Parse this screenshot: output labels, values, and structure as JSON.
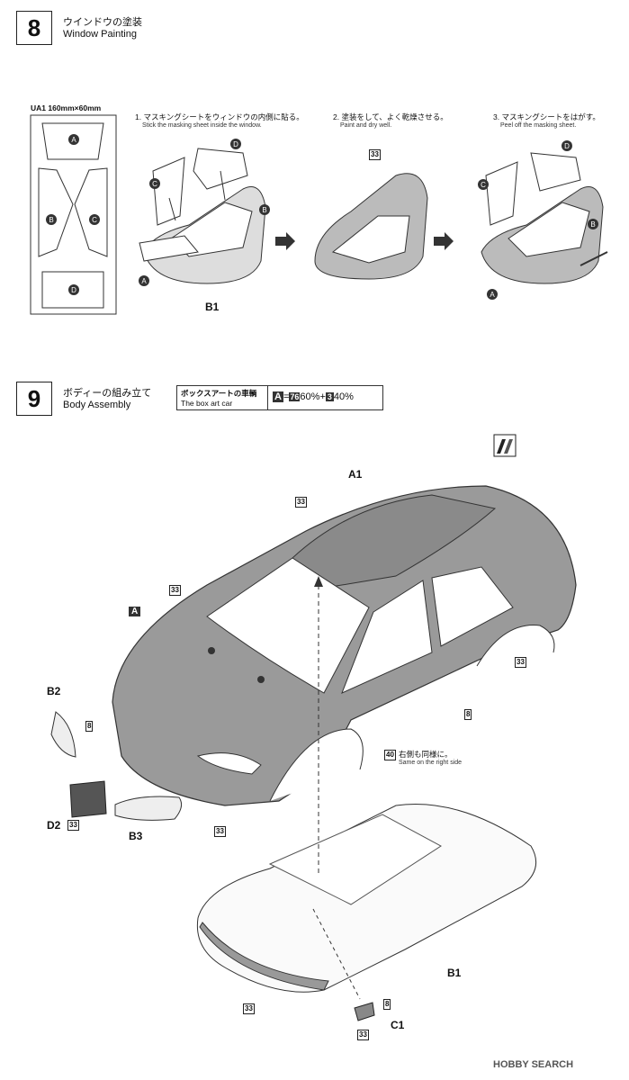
{
  "step8": {
    "number": "8",
    "title_jp": "ウインドウの塗装",
    "title_en": "Window Painting",
    "sheet_label": "UA1 160mm×60mm",
    "sheet_parts": [
      "A",
      "B",
      "C",
      "D"
    ],
    "instructions": [
      {
        "jp": "1. マスキングシートをウィンドウの内側に貼る。",
        "en": "Stick the masking sheet inside the window."
      },
      {
        "jp": "2. 塗装をして、よく乾燥させる。",
        "en": "Paint and dry well."
      },
      {
        "jp": "3. マスキングシートをはがす。",
        "en": "Peel off the masking sheet."
      }
    ],
    "part_b1": "B1",
    "color_33": "33"
  },
  "step9": {
    "number": "9",
    "title_jp": "ボディーの組み立て",
    "title_en": "Body Assembly",
    "box_art_jp": "ボックスアートの車輌",
    "box_art_en": "The box art car",
    "mix_a": "A",
    "mix_76": "76",
    "mix_pct1": "60%",
    "mix_plus": "+",
    "mix_3": "3",
    "mix_pct2": "40%",
    "parts": {
      "a1": "A1",
      "a": "A",
      "b2": "B2",
      "d2": "D2",
      "b3": "B3",
      "b1": "B1",
      "c1": "C1"
    },
    "colors": {
      "c33": "33",
      "c8": "8",
      "c40": "40"
    },
    "right_side_jp": "右側も同様に。",
    "right_side_en": "Same on the right side"
  },
  "watermark": "HOBBY SEARCH"
}
